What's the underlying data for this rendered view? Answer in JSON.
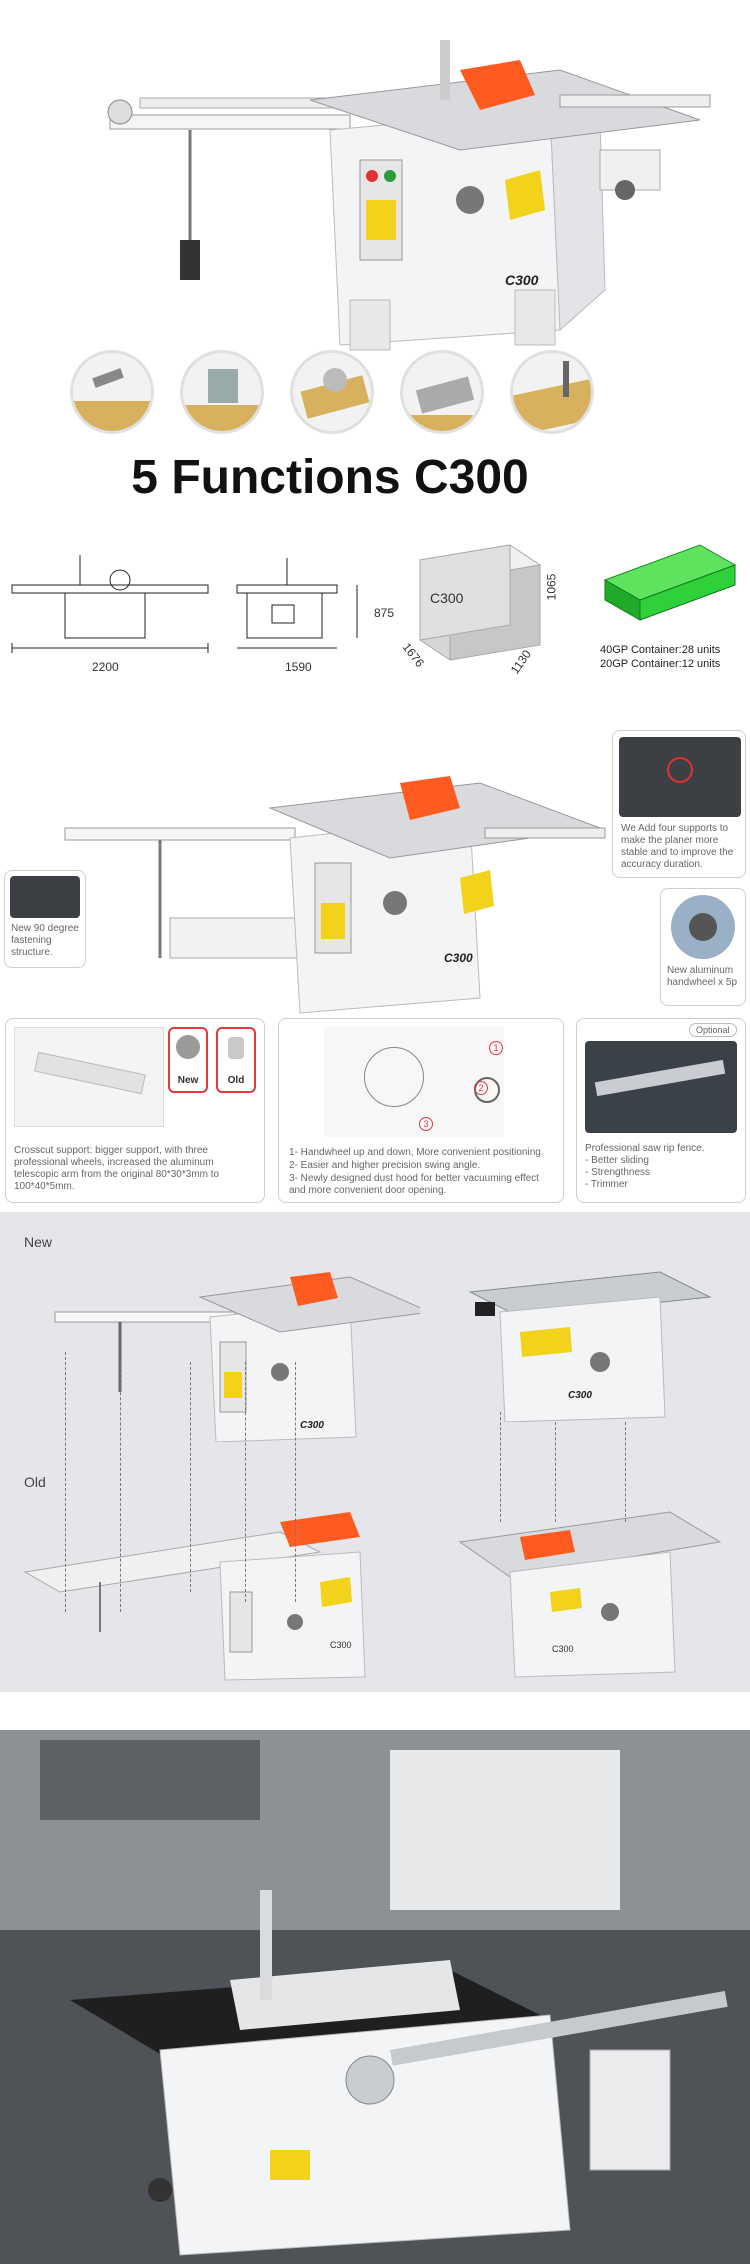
{
  "hero": {
    "model_mark": "C300"
  },
  "functions": {
    "title": "5 Functions C300"
  },
  "dimensions": {
    "length": "2200",
    "width": "1590",
    "height": "875",
    "box_label": "C300",
    "box_dim_a": "1676",
    "box_dim_b": "1130",
    "box_dim_c": "1065",
    "container_40": "40GP Container:28 units",
    "container_20": "20GP Container:12 units"
  },
  "features": {
    "planer_supports": "We Add four supports to make the planer more stable and to improve the accuracy duration.",
    "fastening": "New 90 degree fastening structure.",
    "handwheel": "New aluminum handwheel x 5p",
    "new_label": "New",
    "old_label": "Old",
    "optional_badge": "Optional",
    "crosscut": "Crosscut support: bigger support, with three professional wheels, increased the aluminum telescopic arm from the original 80*30*3mm to 100*40*5mm.",
    "list_1": "1- Handwheel up and down, More convenient positioning.",
    "list_2": "2- Easier and higher precision swing angle.",
    "list_3": "3- Newly designed dust hood for better vacuuming effect and more convenient door opening.",
    "num_1": "1",
    "num_2": "2",
    "num_3": "3",
    "fence_title": "Professional saw rip fence.",
    "fence_1": "- Better sliding",
    "fence_2": "- Strengthness",
    "fence_3": "- Trimmer"
  },
  "compare": {
    "new_label": "New",
    "old_label": "Old",
    "mark_new_a": "C300",
    "mark_new_b": "C300",
    "mark_old_a": "C300",
    "mark_old_b": "C300"
  },
  "colors": {
    "accent_orange": "#ff5a1f",
    "machine_white": "#f3f4f6",
    "warning_yellow": "#f2d21b",
    "container_green": "#2fd13a"
  }
}
